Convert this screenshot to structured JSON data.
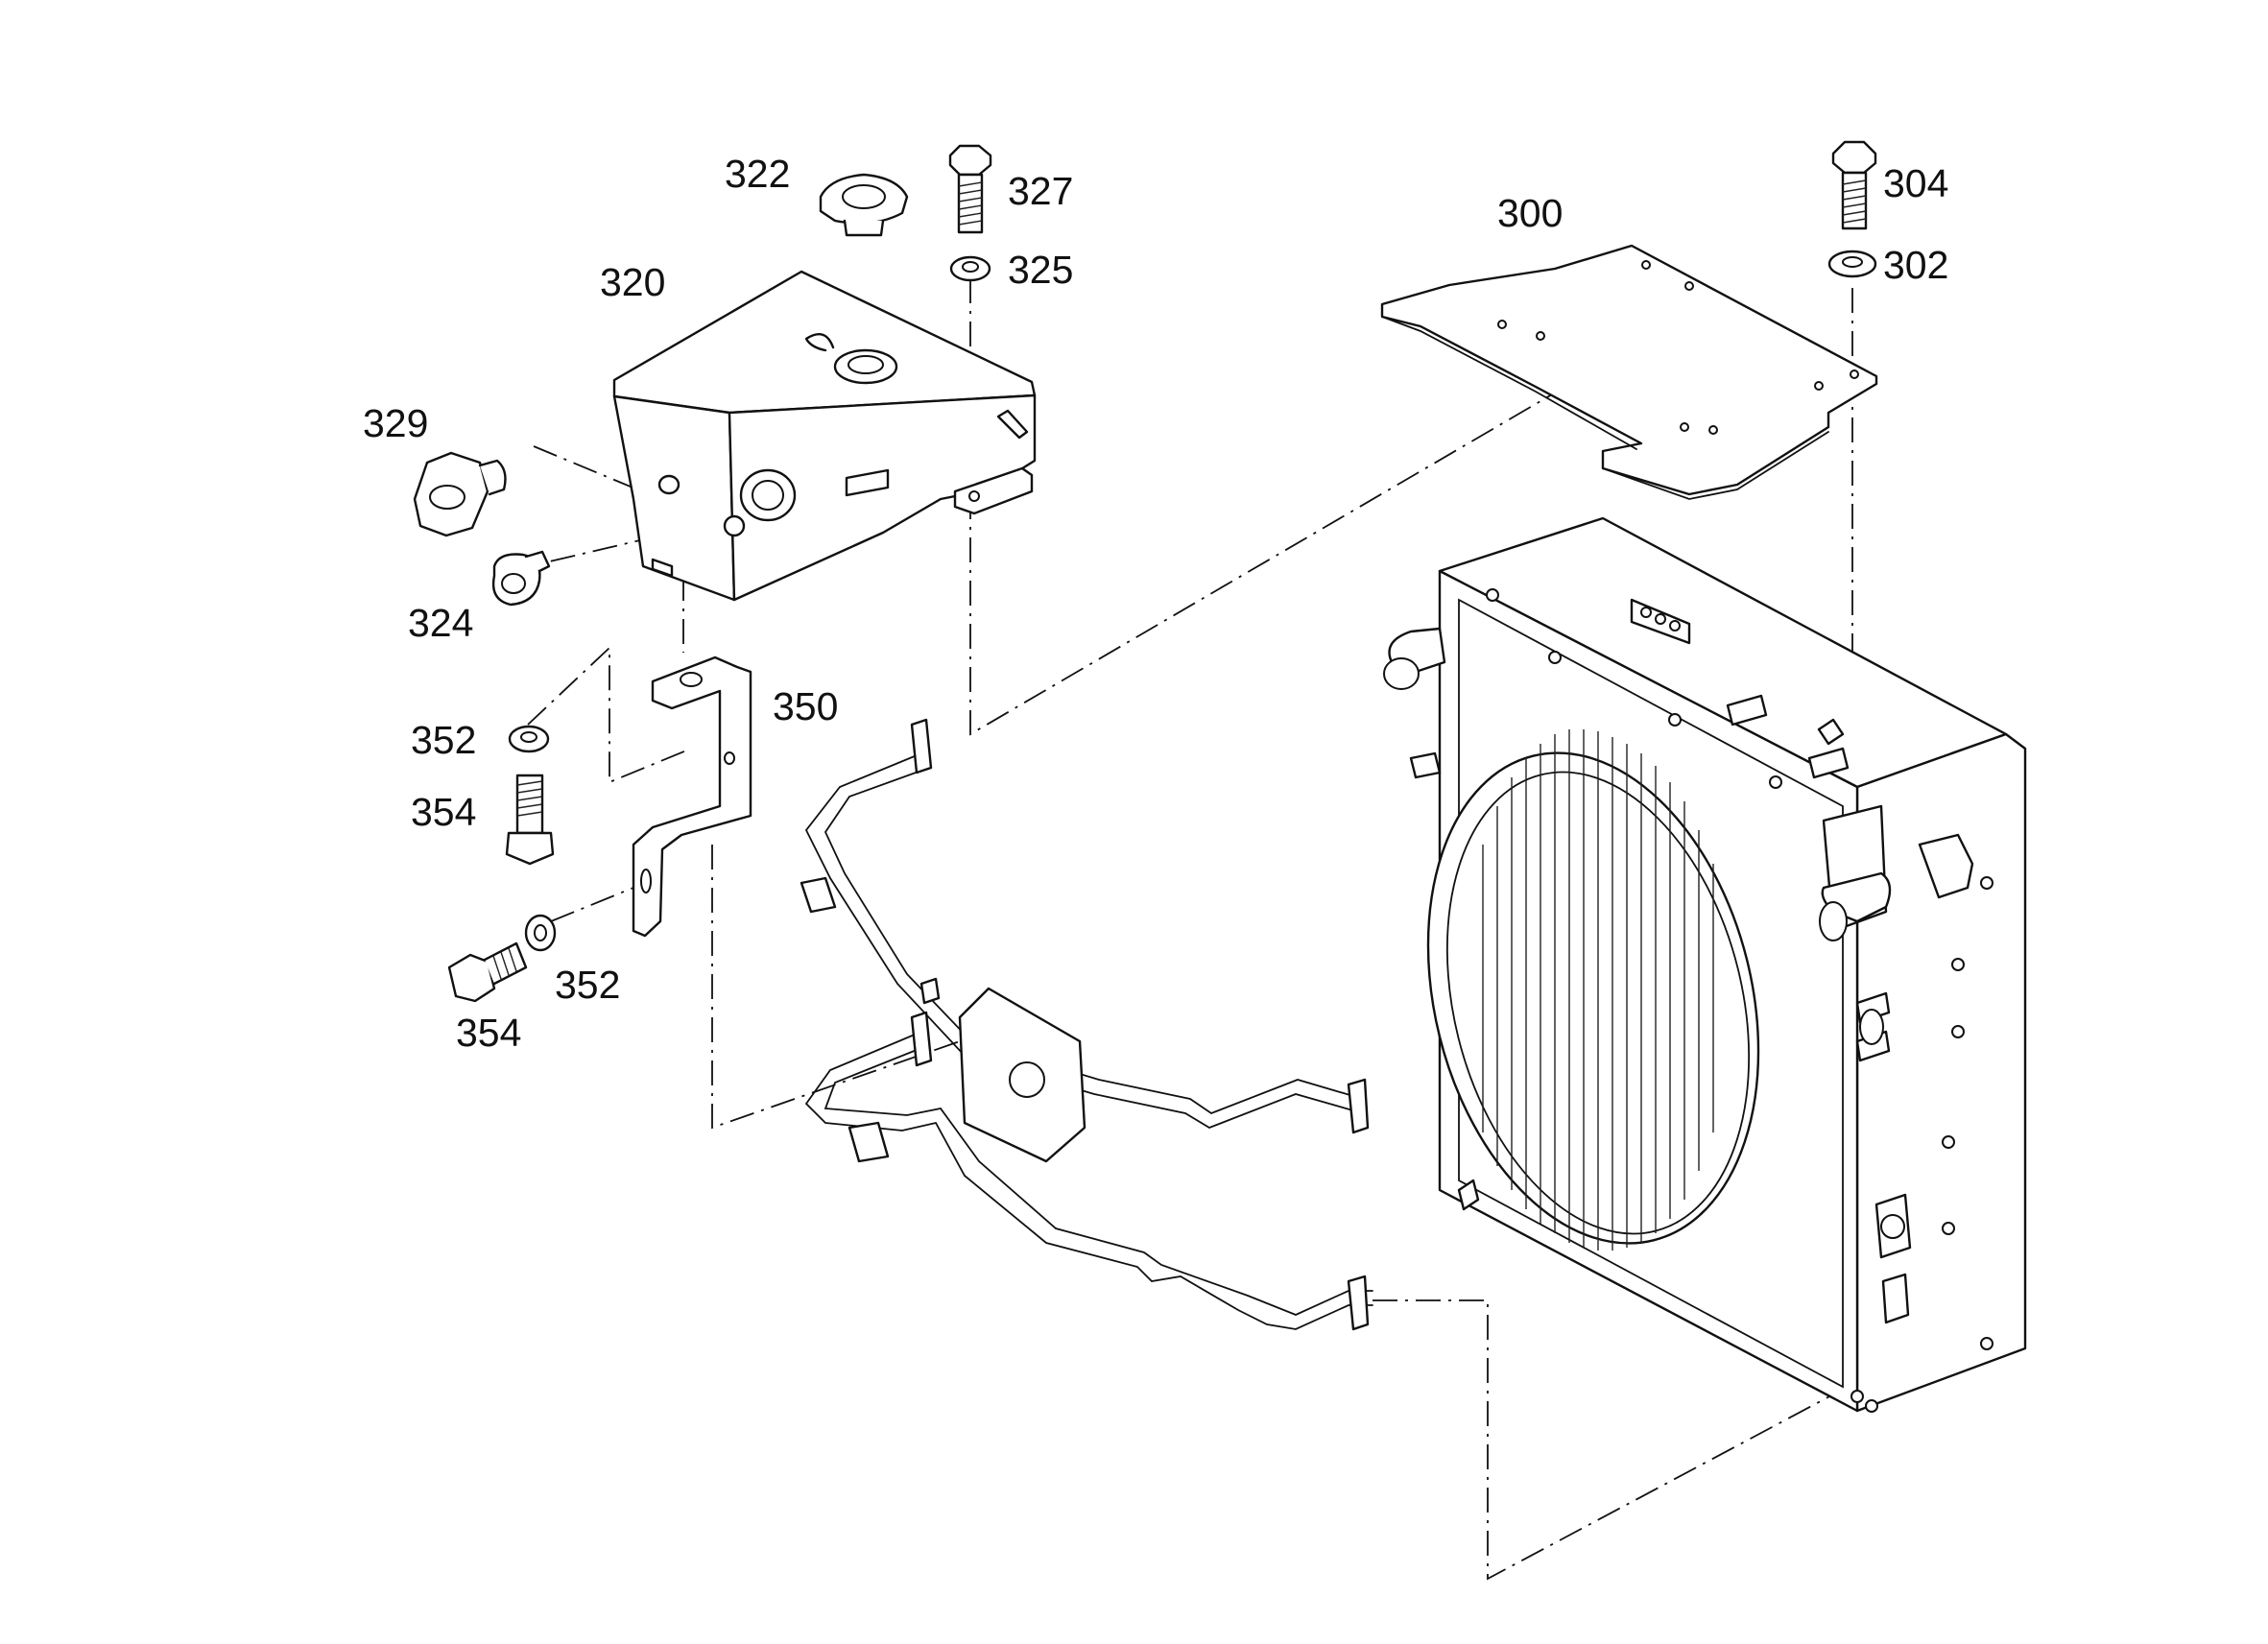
{
  "callouts": [
    {
      "id": "300",
      "label": "300"
    },
    {
      "id": "302",
      "label": "302"
    },
    {
      "id": "304",
      "label": "304"
    },
    {
      "id": "320",
      "label": "320"
    },
    {
      "id": "322",
      "label": "322"
    },
    {
      "id": "324",
      "label": "324"
    },
    {
      "id": "325",
      "label": "325"
    },
    {
      "id": "327",
      "label": "327"
    },
    {
      "id": "329",
      "label": "329"
    },
    {
      "id": "350",
      "label": "350"
    },
    {
      "id": "352a",
      "label": "352"
    },
    {
      "id": "352b",
      "label": "352"
    },
    {
      "id": "354a",
      "label": "354"
    },
    {
      "id": "354b",
      "label": "354"
    }
  ]
}
